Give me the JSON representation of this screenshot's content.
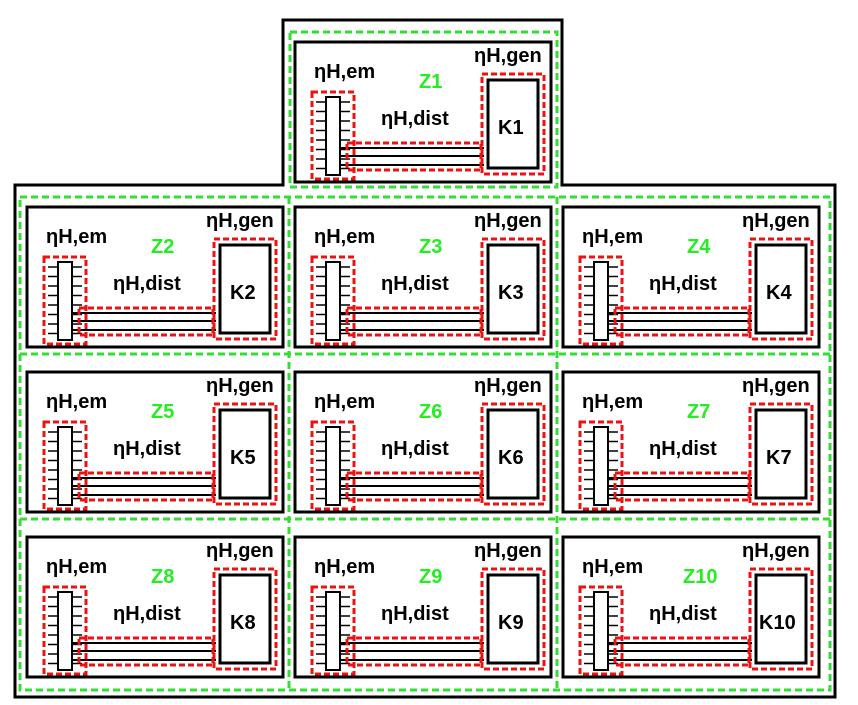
{
  "colors": {
    "outline": "#000000",
    "zone_boundary": "#33dd33",
    "efficiency_boundary": "#ee1111",
    "zone_label": "#22ee22"
  },
  "labels": {
    "emission": "ηH,em",
    "distribution": "ηH,dist",
    "generation": "ηH,gen"
  },
  "zones": [
    {
      "zone": "Z1",
      "generator": "K1"
    },
    {
      "zone": "Z2",
      "generator": "K2"
    },
    {
      "zone": "Z3",
      "generator": "K3"
    },
    {
      "zone": "Z4",
      "generator": "K4"
    },
    {
      "zone": "Z5",
      "generator": "K5"
    },
    {
      "zone": "Z6",
      "generator": "K6"
    },
    {
      "zone": "Z7",
      "generator": "K7"
    },
    {
      "zone": "Z8",
      "generator": "K8"
    },
    {
      "zone": "Z9",
      "generator": "K9"
    },
    {
      "zone": "Z10",
      "generator": "K10"
    }
  ]
}
